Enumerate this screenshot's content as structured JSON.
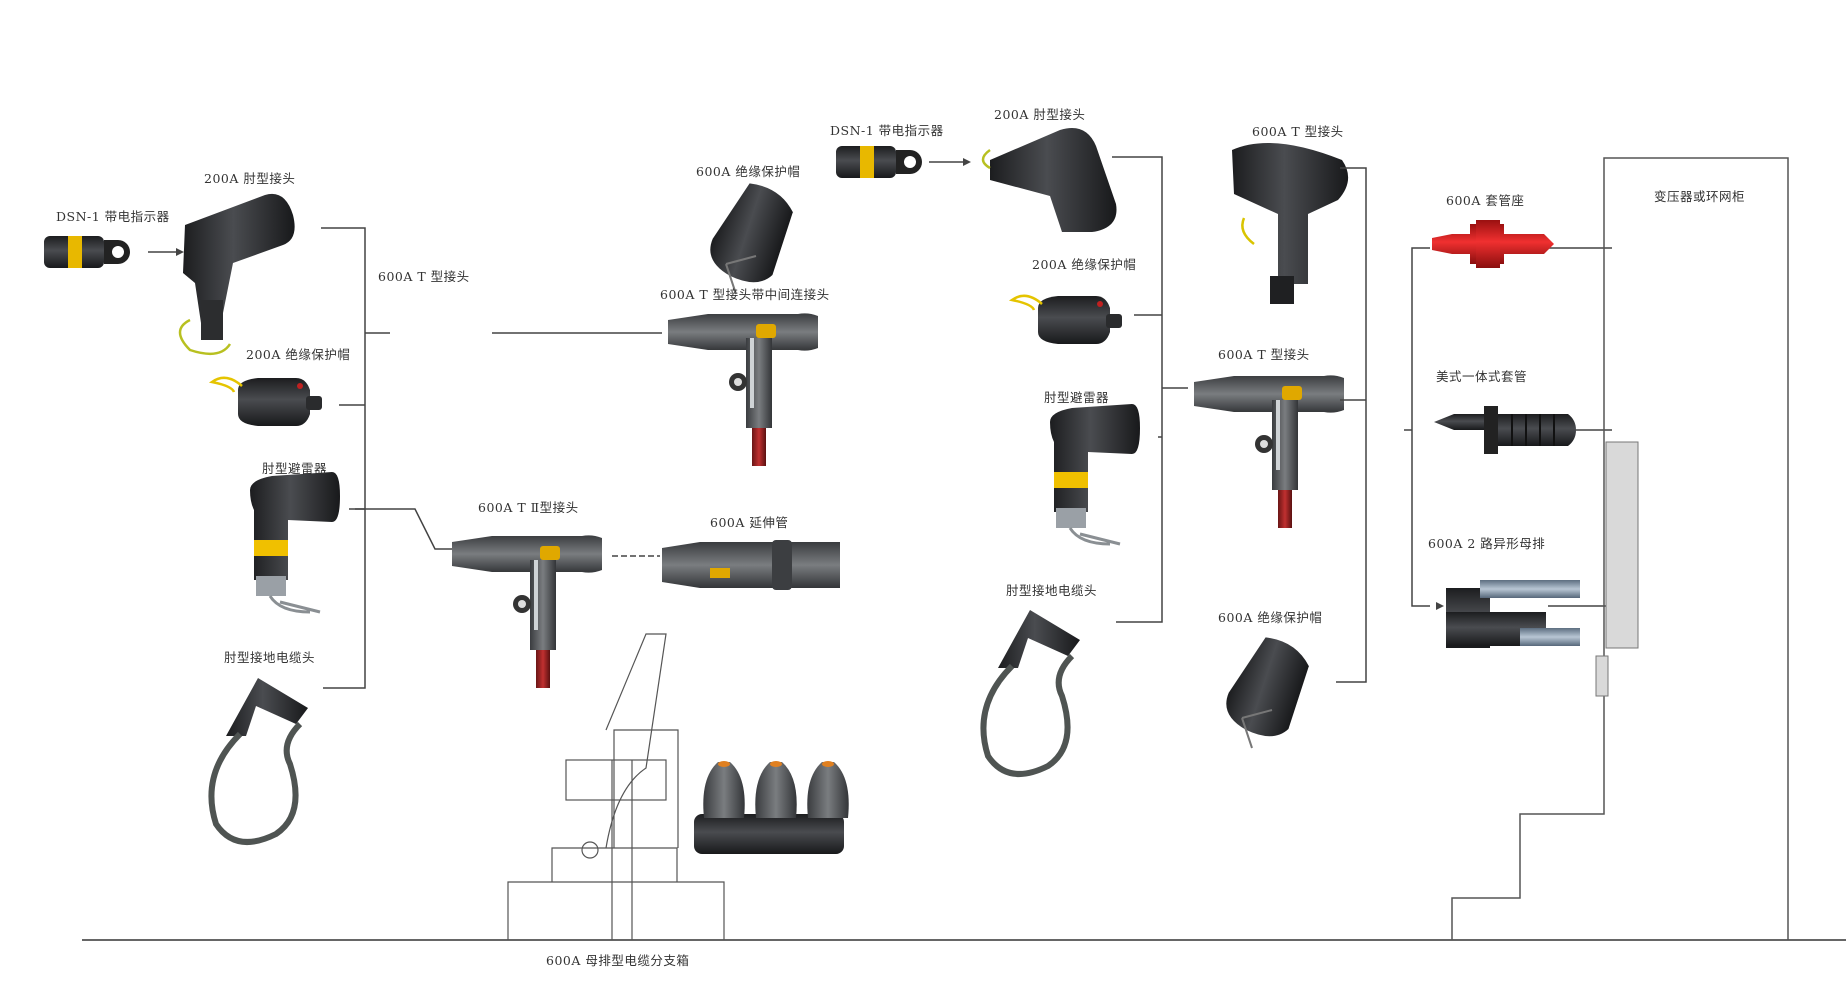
{
  "labels": {
    "dsn1_left": "DSN-1 带电指示器",
    "elbow200_left": "200A 肘型接头",
    "cap200_left": "200A 绝缘保护帽",
    "arrester_left": "肘型避雷器",
    "ground_left": "肘型接地电缆头",
    "t600_left_branch": "600A T 型接头",
    "cap600_mid": "600A 绝缘保护帽",
    "t600_mid_connector": "600A T 型接头带中间连接头",
    "t600_ii": "600A T Ⅱ型接头",
    "extension_600": "600A 延伸管",
    "cable_branch_box": "600A 母排型电缆分支箱",
    "dsn1_right": "DSN-1 带电指示器",
    "elbow200_right": "200A 肘型接头",
    "cap200_right": "200A 绝缘保护帽",
    "arrester_right": "肘型避雷器",
    "ground_right": "肘型接地电缆头",
    "t600_top_right": "600A T 型接头",
    "t600_mid_right": "600A T 型接头",
    "cap600_right": "600A 绝缘保护帽",
    "bushing_well_600": "600A 套管座",
    "integral_bushing": "美式一体式套管",
    "busbar_2way": "600A 2 路异形母排",
    "transformer": "变压器或环网柜"
  },
  "colors": {
    "line": "#444444",
    "rubber": "#2b2d30",
    "rubber_grey": "#5a5c5f",
    "yellow_band": "#f2c200",
    "red": "#d42020",
    "red_dark": "#8a1f1f",
    "transformer_panel": "#d9d9d9",
    "cable": "#4f5452"
  },
  "icons": [
    "voltage-indicator-icon",
    "elbow-connector-icon",
    "insulating-cap-icon",
    "elbow-arrester-icon",
    "grounding-elbow-icon",
    "t-connector-icon",
    "extension-tube-icon",
    "bushing-well-icon",
    "integral-bushing-icon",
    "busbar-icon",
    "cable-branch-box-icon",
    "transformer-icon"
  ]
}
